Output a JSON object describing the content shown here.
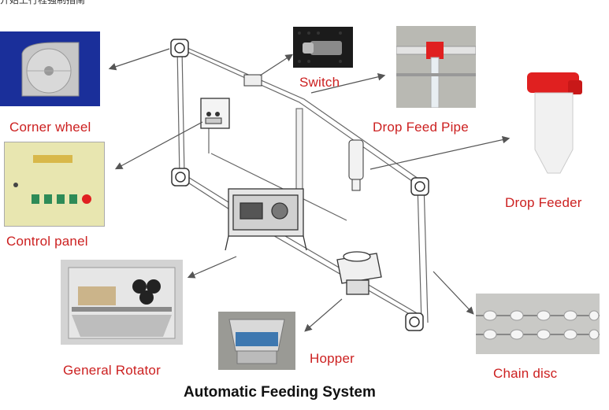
{
  "title": "Automatic Feeding System",
  "top_caption": "开始上行程强制指南",
  "labels": {
    "corner_wheel": "Corner wheel",
    "switch": "Switch",
    "drop_feed_pipe": "Drop Feed Pipe",
    "drop_feeder": "Drop Feeder",
    "control_panel": "Control panel",
    "general_rotator": "General Rotator",
    "hopper": "Hopper",
    "chain_disc": "Chain disc"
  },
  "colors": {
    "label": "#cc2020",
    "title": "#111111",
    "line": "#555555",
    "panel_bg": "#e8e6b0",
    "feeder_red": "#e02020",
    "wheel_bg": "#1a2f9a"
  }
}
